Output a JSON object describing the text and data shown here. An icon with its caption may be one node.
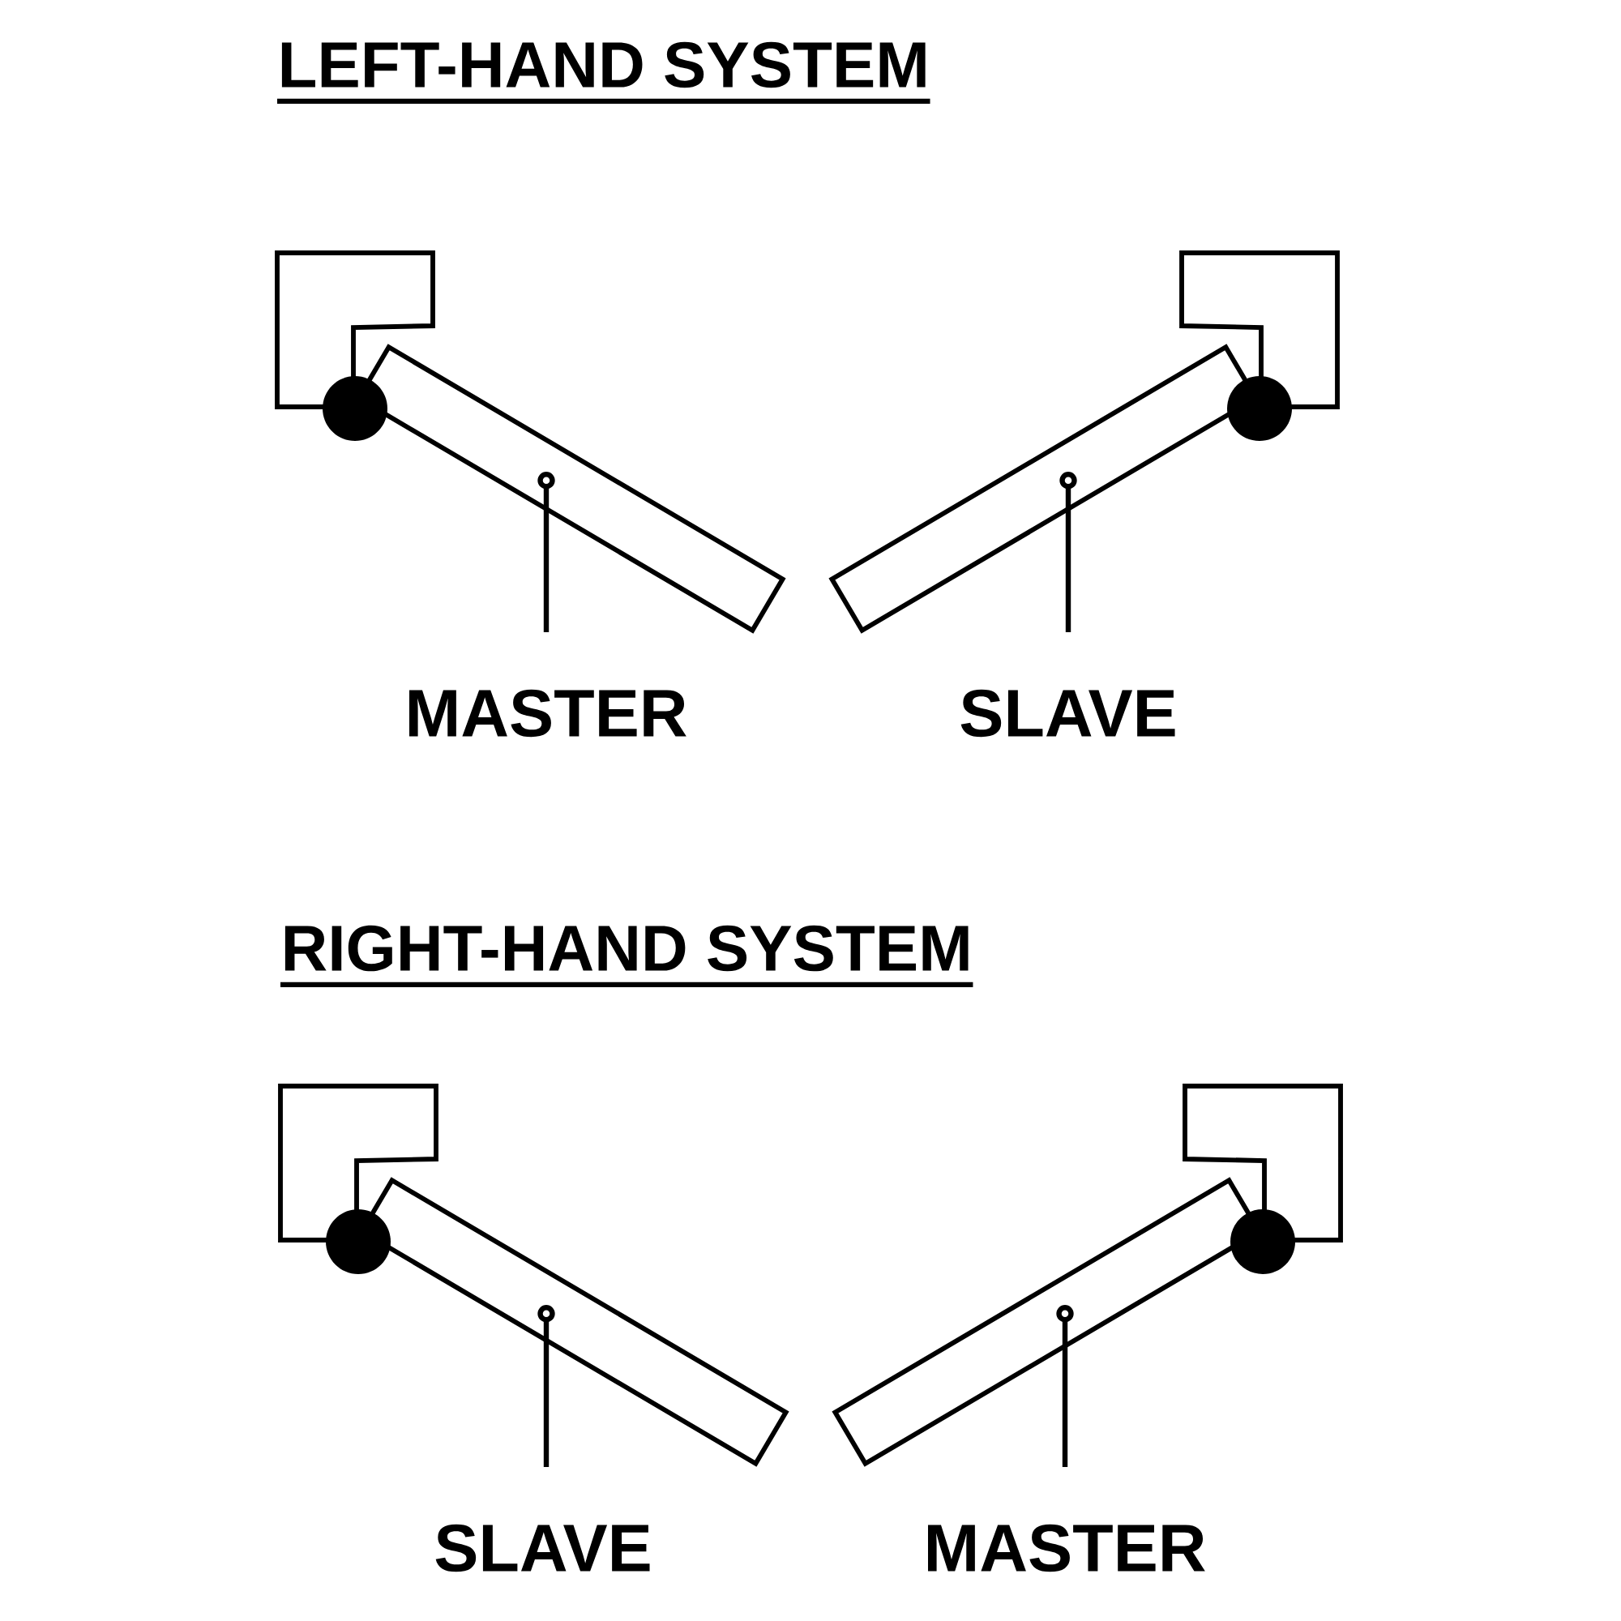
{
  "diagram": {
    "nodes": [
      {
        "text": [],
        "shape": "box"
      },
      {
        "text": [],
        "shape": "box"
      },
      {
        "text": [
          "MASTER"
        ]
      },
      {
        "text": [
          "SLAVE"
        ]
      },
      {
        "text": [],
        "shape": "box"
      },
      {
        "text": [],
        "shape": "box"
      },
      {
        "text": [
          "SLAVE"
        ]
      },
      {
        "text": [
          "MASTER"
        ]
      }
    ],
    "edges": [
      {
        "from": 2,
        "to": 0,
        "arrow": "other"
      },
      {
        "from": 3,
        "to": 1,
        "arrow": "other"
      },
      {
        "from": 6,
        "to": 4,
        "arrow": "other"
      },
      {
        "from": 7,
        "to": 5,
        "arrow": "other"
      }
    ],
    "labels": [
      "LEFT-HAND SYSTEM",
      "RIGHT-HAND SYSTEM"
    ]
  }
}
